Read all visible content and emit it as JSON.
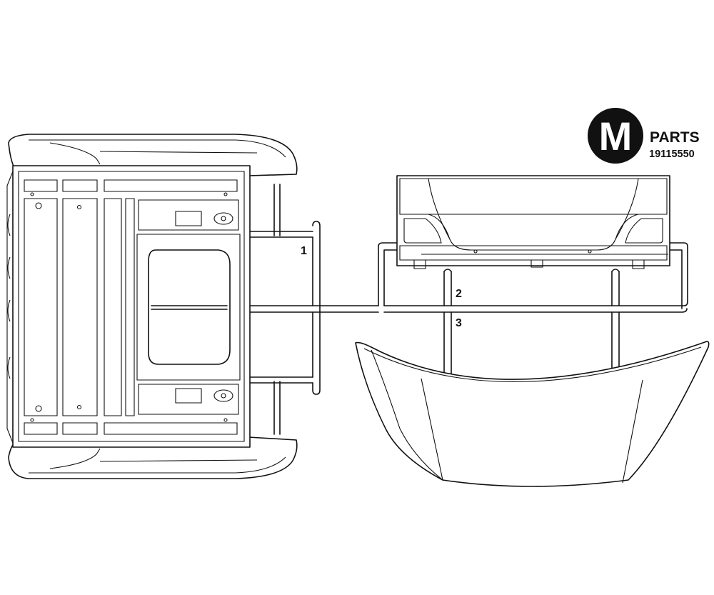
{
  "badge": {
    "letter": "M",
    "label": "PARTS",
    "code": "19115550"
  },
  "parts": [
    {
      "number": "1"
    },
    {
      "number": "2"
    },
    {
      "number": "3"
    }
  ]
}
